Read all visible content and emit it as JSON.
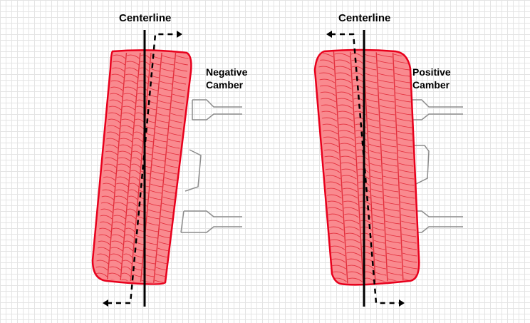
{
  "panels": [
    {
      "id": "negative",
      "centerline_label": "Centerline",
      "camber_label_line1": "Negative",
      "camber_label_line2": "Camber"
    },
    {
      "id": "positive",
      "centerline_label": "Centerline",
      "camber_label_line1": "Positive",
      "camber_label_line2": "Camber"
    }
  ],
  "colors": {
    "tire_fill": "#f98a8f",
    "tire_stroke": "#e8001c",
    "tread_line": "#e02030",
    "centerline": "#000000",
    "suspension": "#8c8c8c"
  }
}
